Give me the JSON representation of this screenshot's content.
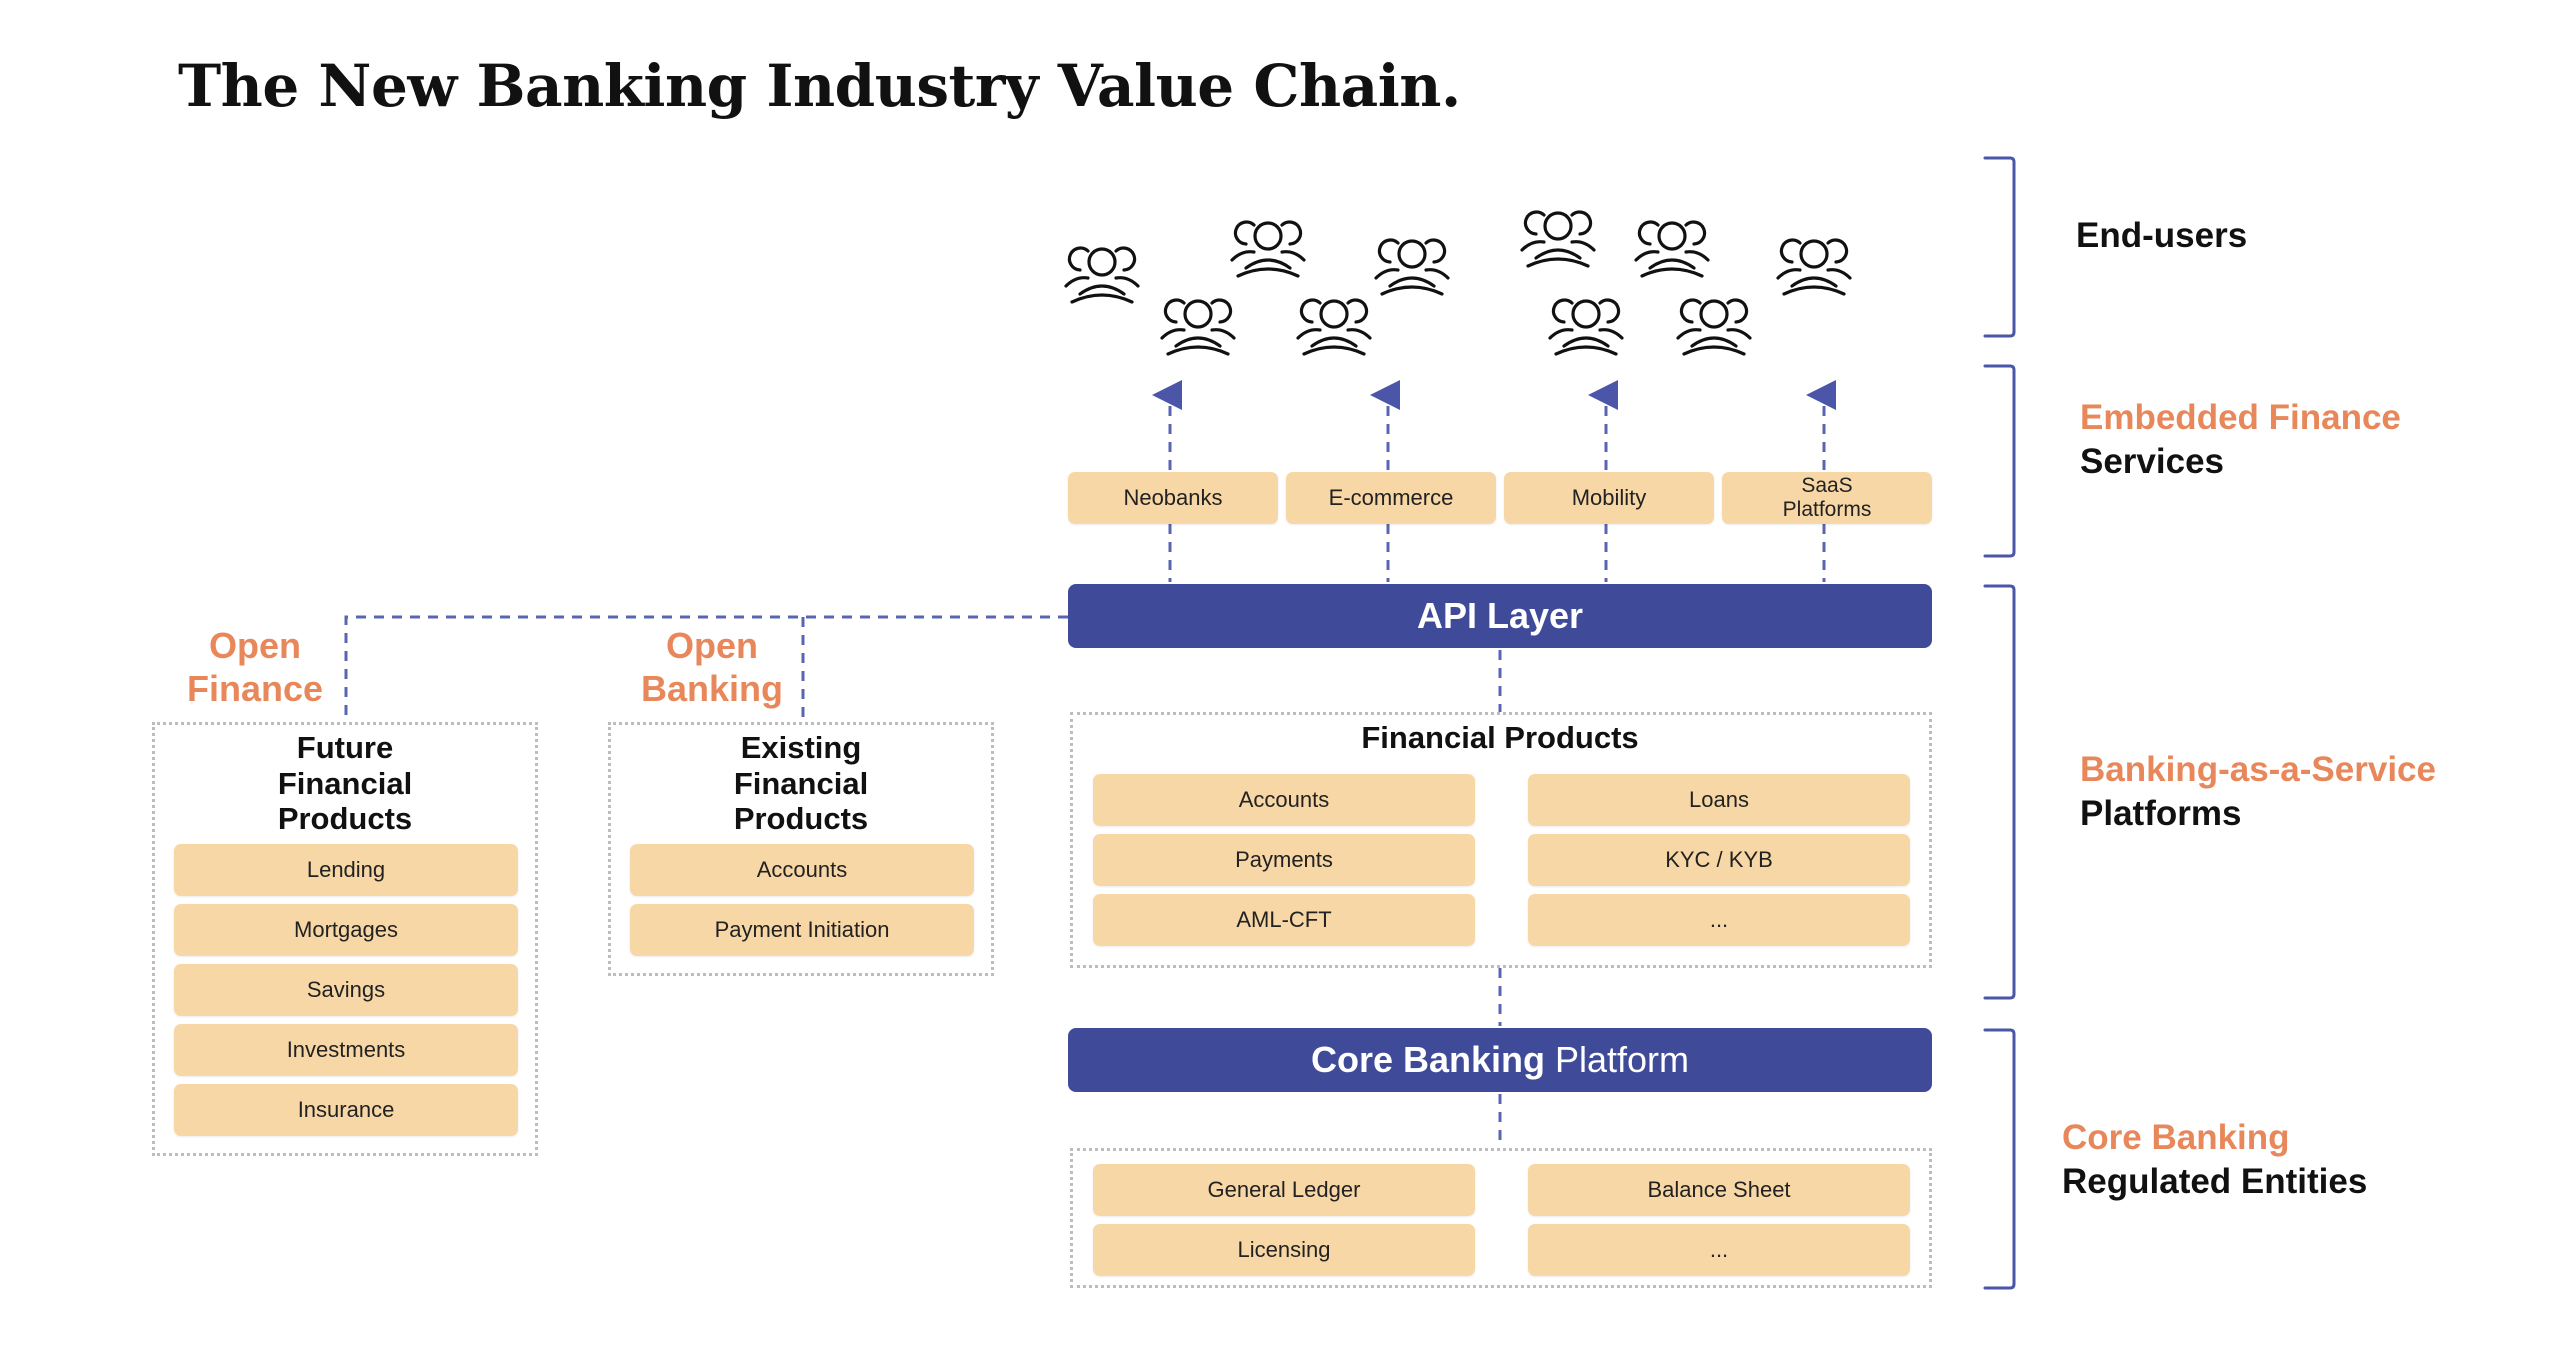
{
  "title": "The New Banking Industry Value Chain.",
  "colors": {
    "accent_orange": "#e8875a",
    "bar_blue": "#3f4b99",
    "pill_fill": "#f8d7a6",
    "connector": "#5a64b0",
    "bracket": "#4b56a8"
  },
  "end_users": {
    "icon": "people-group-icon"
  },
  "embedded_services": [
    "Neobanks",
    "E-commerce",
    "Mobility",
    "SaaS\nPlatforms"
  ],
  "api_layer": "API Layer",
  "financial_products": {
    "heading": "Financial Products",
    "left": [
      "Accounts",
      "Payments",
      "AML-CFT"
    ],
    "right": [
      "Loans",
      "KYC / KYB",
      "..."
    ]
  },
  "core_banking": {
    "bold": "Core Banking",
    "light": "Platform"
  },
  "core_items": {
    "left": [
      "General Ledger",
      "Licensing"
    ],
    "right": [
      "Balance Sheet",
      "..."
    ]
  },
  "open_finance": {
    "label": "Open\nFinance",
    "heading": "Future\nFinancial\nProducts",
    "items": [
      "Lending",
      "Mortgages",
      "Savings",
      "Investments",
      "Insurance"
    ]
  },
  "open_banking": {
    "label": "Open\nBanking",
    "heading": "Existing\nFinancial\nProducts",
    "items": [
      "Accounts",
      "Payment Initiation"
    ]
  },
  "right_labels": {
    "end_users": "End-users",
    "embedded": {
      "line1": "Embedded Finance",
      "line2": "Services"
    },
    "baas": {
      "line1": "Banking-as-a-Service",
      "line2": "Platforms"
    },
    "core": {
      "line1": "Core Banking",
      "line2": "Regulated Entities"
    }
  }
}
